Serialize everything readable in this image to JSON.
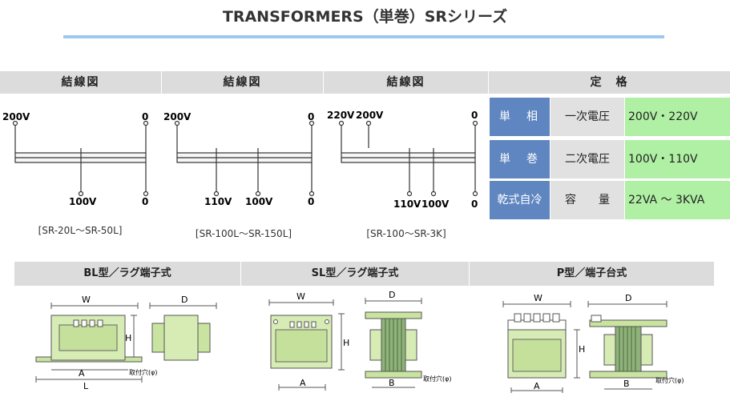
{
  "title": "TRANSFORMERS（単巻）SRシリーズ",
  "wiring": {
    "header": "結線図",
    "diagrams": [
      {
        "left_label": "200V",
        "right_label": "0",
        "bottom_labels": [
          "100V",
          "0"
        ],
        "caption": "[SR-20L～SR-50L]"
      },
      {
        "left_label": "200V",
        "right_label": "0",
        "bottom_labels": [
          "110V",
          "100V",
          "0"
        ],
        "caption": "[SR-100L～SR-150L]"
      },
      {
        "left_labels": [
          "220V",
          "200V"
        ],
        "right_label": "0",
        "bottom_labels": [
          "110V",
          "100V",
          "0"
        ],
        "caption": "[SR-100～SR-3K]"
      }
    ]
  },
  "specs": {
    "header": "定　格",
    "rows": [
      {
        "category": "単　相",
        "item": "一次電圧",
        "value": "200V・220V"
      },
      {
        "category": "単　巻",
        "item": "二次電圧",
        "value": "100V・110V"
      },
      {
        "category": "乾式自冷",
        "item": "容　　量",
        "value": "22VA ～ 3KVA"
      }
    ]
  },
  "types": [
    {
      "title": "BL型／ラグ端子式",
      "dims": {
        "w": "W",
        "h": "H",
        "a": "A",
        "l": "L",
        "d": "D",
        "hole": "取付穴(φ)"
      }
    },
    {
      "title": "SL型／ラグ端子式",
      "dims": {
        "w": "W",
        "h": "H",
        "a": "A",
        "b": "B",
        "d": "D",
        "hole": "取付穴(φ)"
      }
    },
    {
      "title": "P型／端子台式",
      "dims": {
        "w": "W",
        "h": "H",
        "a": "A",
        "b": "B",
        "d": "D",
        "hole": "取付穴(φ)"
      }
    }
  ],
  "colors": {
    "accent_rule": "#9ec8ef",
    "spec_blue": "#5f86c1",
    "spec_green": "#b0f0a4",
    "header_grey": "#dcdcdc",
    "transformer_green": "#d6ecb4"
  }
}
